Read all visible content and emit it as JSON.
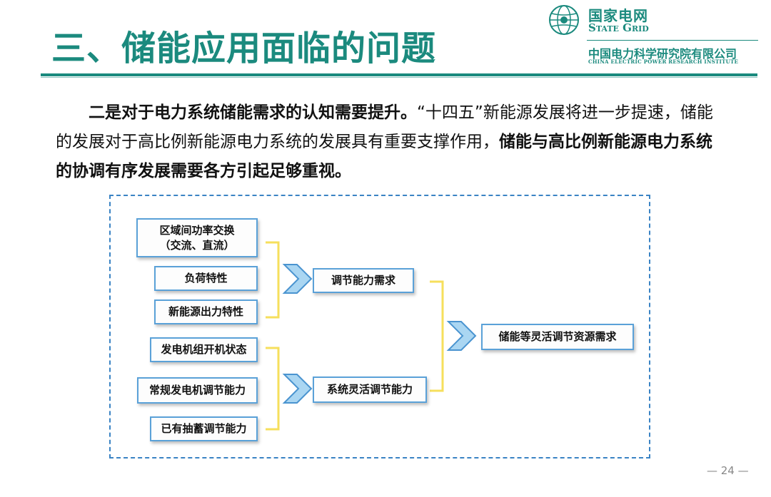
{
  "slide": {
    "title": "三、储能应用面临的问题",
    "page_number": "— 24 —"
  },
  "logo": {
    "cn_name": "国家电网",
    "en_name": "State Grid",
    "org_cn": "中国电力科学研究院有限公司",
    "org_en": "CHINA ELECTRIC POWER RESEARCH INSTITUTE"
  },
  "paragraph": {
    "bold_lead": "二是对于电力系统储能需求的认知需要提升。",
    "normal_text": "“十四五”新能源发展将进一步提速，储能的发展对于高比例新能源电力系统的发展具有重要支撑作用，",
    "bold_tail": "储能与高比例新能源电力系统的协调有序发展需要各方引起足够重视。"
  },
  "diagram": {
    "inputs_top": [
      "区域间功率交换\n（交流、直流）",
      "负荷特性",
      "新能源出力特性"
    ],
    "inputs_bottom": [
      "发电机组开机状态",
      "常规发电机调节能力",
      "已有抽蓄调节能力"
    ],
    "mid_top": "调节能力需求",
    "mid_bottom": "系统灵活调节能力",
    "result": "储能等灵活调节资源需求",
    "colors": {
      "box_border": "#5aa1d8",
      "bracket": "#f6df5c",
      "chevron_fill": "#aad6f2",
      "chevron_stroke": "#4a94d0",
      "frame": "#3a83c4",
      "title": "#1b8a7e"
    }
  }
}
